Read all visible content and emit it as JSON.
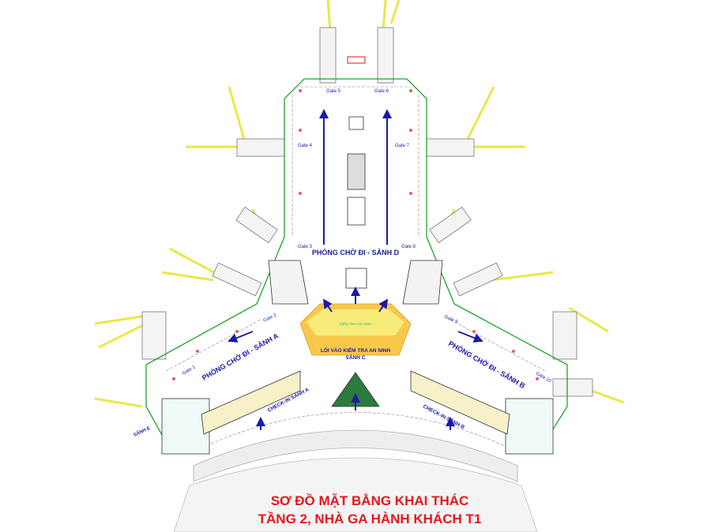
{
  "title": {
    "line1": "SƠ ĐỒ MẶT BẰNG KHAI THÁC",
    "line2": "TẦNG 2, NHÀ GA HÀNH KHÁCH T1"
  },
  "areas": {
    "lounge_d": "PHÒNG CHỜ ĐI - SẢNH D",
    "lounge_a": "PHÒNG CHỜ ĐI - SẢNH A",
    "lounge_b": "PHÒNG CHỜ ĐI - SẢNH B",
    "security_entry": "LỐI VÀO KIỂM TRA AN NINH",
    "hall_c": "SẢNH C",
    "security_check": "KIỂM TRA AN NINH",
    "checkin_a": "CHECK-IN SẢNH A",
    "checkin_b": "CHECK-IN SẢNH B",
    "hall_e": "SẢNH E"
  },
  "gates": [
    "Gate 1",
    "Gate 2",
    "Gate 3",
    "Gate 4",
    "Gate 5",
    "Gate 6",
    "Gate 7",
    "Gate 8",
    "Gate 9",
    "Gate 10"
  ],
  "colors": {
    "title": "#e8151b",
    "label": "#1a1aa8",
    "wall": "#1fa32a",
    "security_zone": "#f9c84a"
  }
}
